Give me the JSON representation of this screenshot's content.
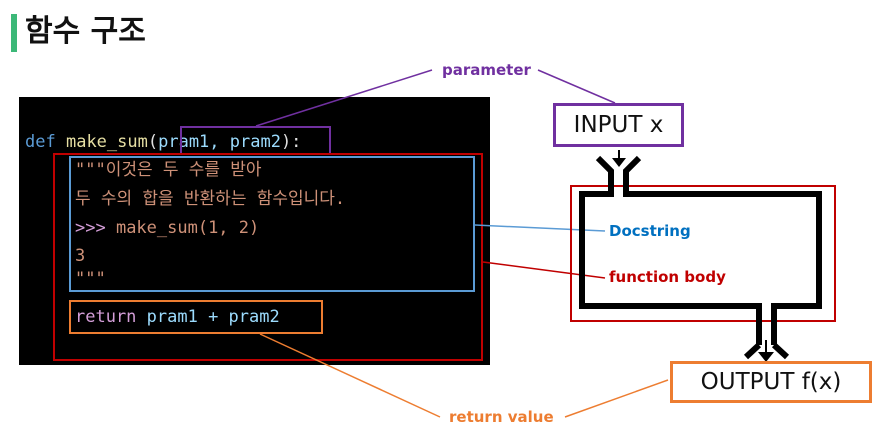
{
  "page": {
    "title": "함수 구조"
  },
  "code": {
    "def_kw": "def",
    "func_name": "make_sum",
    "open_paren": "(",
    "params": "pram1, pram2",
    "close_colon": "):",
    "doc_line1": "\"\"\"이것은 두 수를 받아",
    "doc_line2": "두 수의 합을 반환하는 함수입니다.",
    "doc_line3_prompt": ">>>",
    "doc_line3_call": " make_sum(1, 2)",
    "doc_line4": "3",
    "doc_line5": "\"\"\"",
    "return_kw": "return",
    "return_expr": " pram1 + pram2"
  },
  "annotations": {
    "parameter": "parameter",
    "docstring": "Docstring",
    "function_body": "function body",
    "return_value": "return value"
  },
  "io": {
    "input": "INPUT x",
    "output": "OUTPUT f(x)"
  },
  "colors": {
    "parameter": "#7030a0",
    "docstring": "#0070c0",
    "function_body": "#c00000",
    "return_value": "#ed7d31",
    "title_bar": "#3cb878"
  }
}
